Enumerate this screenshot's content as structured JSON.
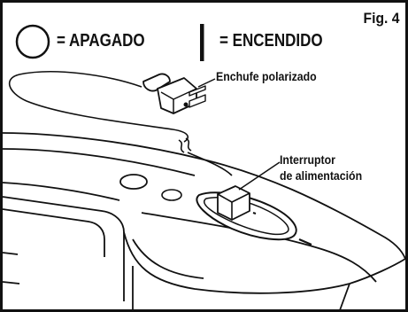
{
  "figure": {
    "label": "Fig. 4"
  },
  "legend": {
    "off_symbol": "circle",
    "off_text": "= APAGADO",
    "on_symbol": "vertical-bar",
    "on_text": "= ENCENDIDO"
  },
  "callouts": {
    "plug": "Enchufe polarizado",
    "switch_line1": "Interruptor",
    "switch_line2": "de alimentación"
  },
  "colors": {
    "ink": "#111111",
    "background": "#ffffff"
  }
}
